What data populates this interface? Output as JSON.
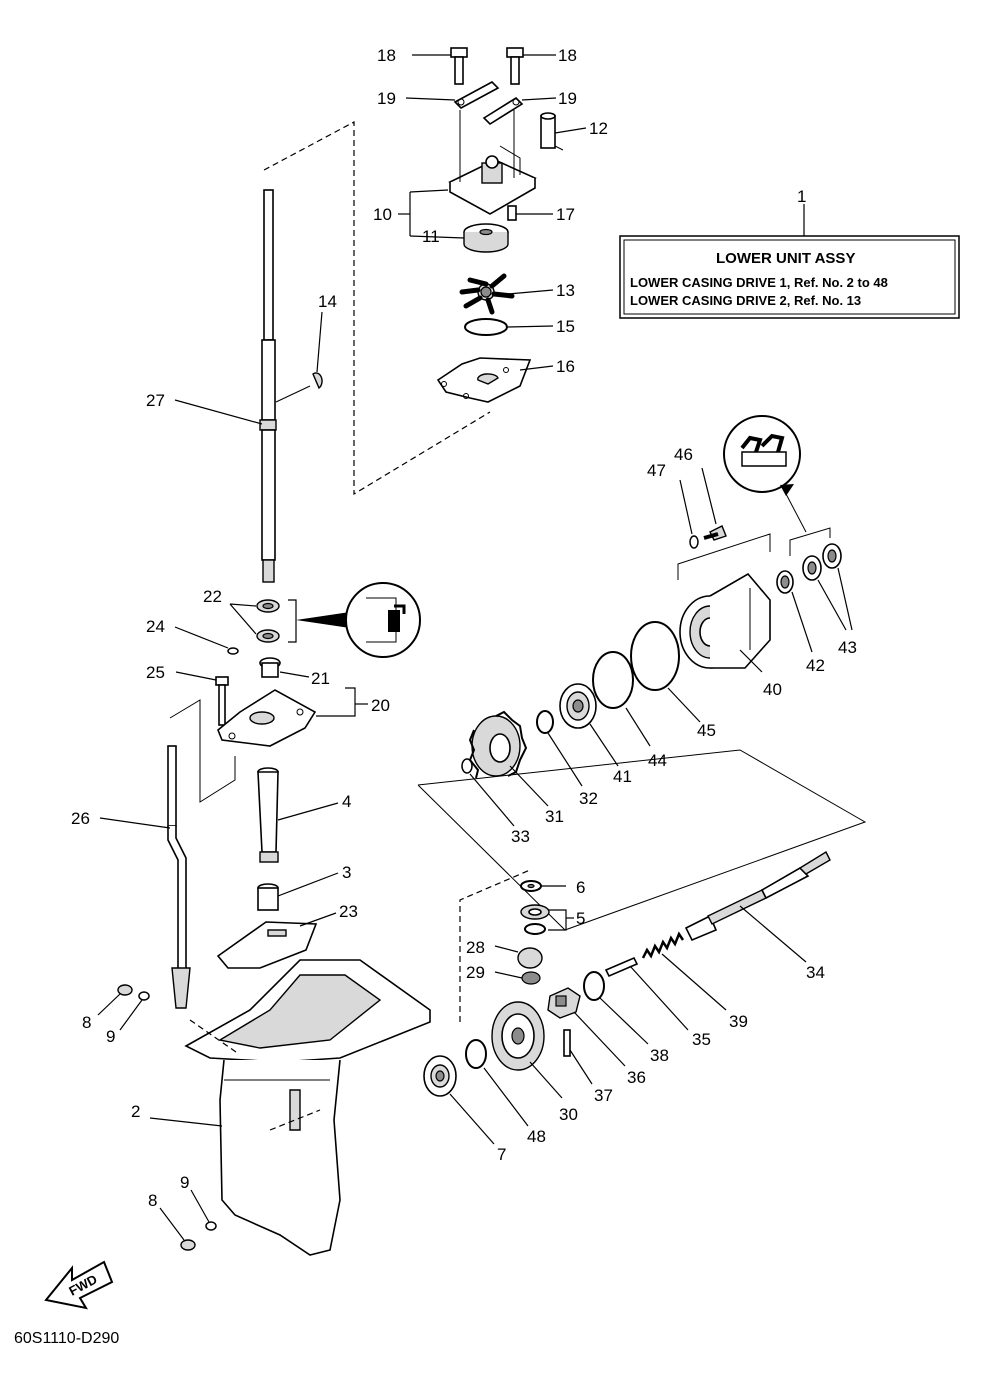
{
  "assy_box": {
    "ref": "1",
    "title": "LOWER UNIT ASSY",
    "line1": "LOWER CASING DRIVE 1,  Ref. No. 2 to 48",
    "line2": "LOWER CASING DRIVE 2,  Ref. No. 13"
  },
  "diagram_code": "60S1110-D290",
  "fwd_label": "FWD",
  "callouts": {
    "c18a": "18",
    "c18b": "18",
    "c19a": "19",
    "c19b": "19",
    "c12": "12",
    "c10": "10",
    "c11": "11",
    "c17": "17",
    "c13": "13",
    "c15": "15",
    "c16": "16",
    "c14": "14",
    "c27": "27",
    "c22": "22",
    "c24": "24",
    "c25": "25",
    "c21": "21",
    "c20": "20",
    "c26": "26",
    "c4": "4",
    "c3": "3",
    "c23": "23",
    "c8a": "8",
    "c9a": "9",
    "c2": "2",
    "c9b": "9",
    "c8b": "8",
    "c47": "47",
    "c46": "46",
    "c43": "43",
    "c42": "42",
    "c40": "40",
    "c45": "45",
    "c44": "44",
    "c41": "41",
    "c32": "32",
    "c31": "31",
    "c33": "33",
    "c6": "6",
    "c5": "5",
    "c28": "28",
    "c29": "29",
    "c34": "34",
    "c39": "39",
    "c35": "35",
    "c38": "38",
    "c36": "36",
    "c37": "37",
    "c30": "30",
    "c48": "48",
    "c7": "7"
  }
}
